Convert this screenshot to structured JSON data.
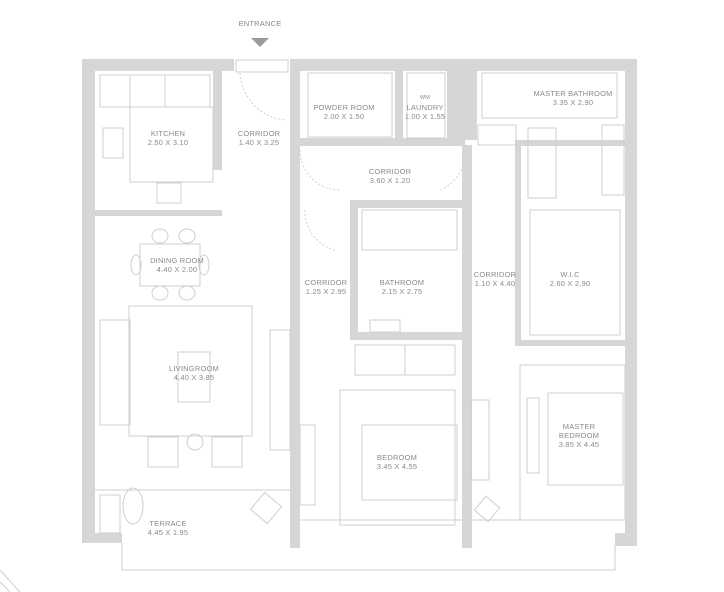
{
  "entrance_label": "ENTRANCE",
  "rooms": {
    "kitchen": {
      "name": "KITCHEN",
      "size": "2.50 X 3.10"
    },
    "corridor_entry": {
      "name": "CORRIDOR",
      "size": "1.40 X 3.25"
    },
    "powder_room": {
      "name": "POWDER ROOM",
      "size": "2.00 X 1.50"
    },
    "laundry": {
      "name": "LAUNDRY",
      "size": "1.00 X 1.55",
      "appliance": "WM"
    },
    "master_bathroom": {
      "name": "MASTER BATHROOM",
      "size": "3.35 X 2.90"
    },
    "corridor_mid": {
      "name": "CORRIDOR",
      "size": "3.60 X 1.20"
    },
    "dining_room": {
      "name": "DINING ROOM",
      "size": "4.40 X 2.00"
    },
    "corridor_left": {
      "name": "CORRIDOR",
      "size": "1.25 X 2.95"
    },
    "bathroom": {
      "name": "BATHROOM",
      "size": "2.15 X 2.75"
    },
    "corridor_right": {
      "name": "CORRIDOR",
      "size": "1.10 X 4.40"
    },
    "wic": {
      "name": "W.I.C",
      "size": "2.60 X 2.90"
    },
    "livingroom": {
      "name": "LIVINGROOM",
      "size": "4.40 X 3.85"
    },
    "bedroom": {
      "name": "BEDROOM",
      "size": "3.45 X 4.55"
    },
    "master_bedroom": {
      "name": "MASTER",
      "name2": "BEDROOM",
      "size": "3.85 X 4.45"
    },
    "terrace": {
      "name": "TERRACE",
      "size": "4.45 X 1.95"
    }
  }
}
